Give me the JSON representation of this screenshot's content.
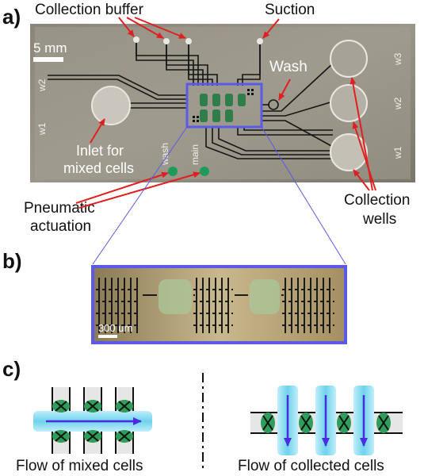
{
  "panels": {
    "a": "a)",
    "b": "b)",
    "c": "c)"
  },
  "panel_a": {
    "scale_bar": "5 mm",
    "collection_buffer": "Collection buffer",
    "suction": "Suction",
    "wash": "Wash",
    "inlet_line1": "Inlet for",
    "inlet_line2": "mixed cells",
    "pneumatic_line1": "Pneumatic",
    "pneumatic_line2": "actuation",
    "collection_line1": "Collection",
    "collection_line2": "wells",
    "chip_wells": [
      "w1",
      "w2",
      "w3"
    ],
    "chip_left_wells": [
      "w2",
      "w1"
    ],
    "chip_ports": [
      "wash",
      "main"
    ]
  },
  "panel_b": {
    "scale_bar": "300 um"
  },
  "panel_c": {
    "left_caption": "Flow of mixed cells",
    "right_caption": "Flow of collected cells"
  },
  "colors": {
    "arrow_red": "#e02020",
    "highlight_blue": "#5a5ae6",
    "channel_cyan": "#7fd8f0",
    "cell_green": "#2e9e5a",
    "flow_arrow": "#4a2be0"
  }
}
